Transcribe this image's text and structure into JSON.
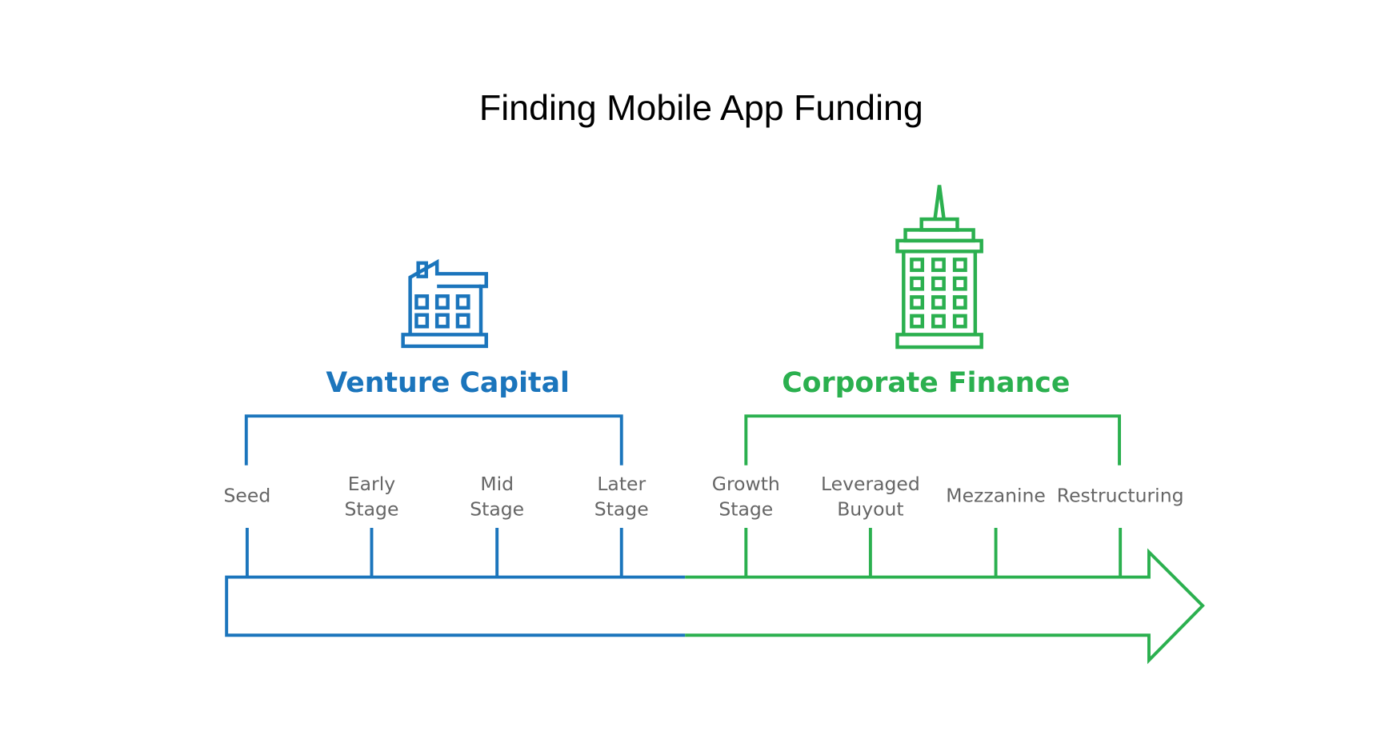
{
  "title": "Finding Mobile App Funding",
  "colors": {
    "venture": "#1b75bc",
    "corporate": "#2bb04f",
    "label": "#666666"
  },
  "groups": [
    {
      "label": "Venture Capital",
      "icon": "factory-building-icon"
    },
    {
      "label": "Corporate Finance",
      "icon": "skyscraper-icon"
    }
  ],
  "stages": [
    {
      "lines": [
        "Seed"
      ],
      "group": 0
    },
    {
      "lines": [
        "Early",
        "Stage"
      ],
      "group": 0
    },
    {
      "lines": [
        "Mid",
        "Stage"
      ],
      "group": 0
    },
    {
      "lines": [
        "Later",
        "Stage"
      ],
      "group": 0
    },
    {
      "lines": [
        "Growth",
        "Stage"
      ],
      "group": 1
    },
    {
      "lines": [
        "Leveraged",
        "Buyout"
      ],
      "group": 1
    },
    {
      "lines": [
        "Mezzanine"
      ],
      "group": 1
    },
    {
      "lines": [
        "Restructuring"
      ],
      "group": 1
    }
  ]
}
